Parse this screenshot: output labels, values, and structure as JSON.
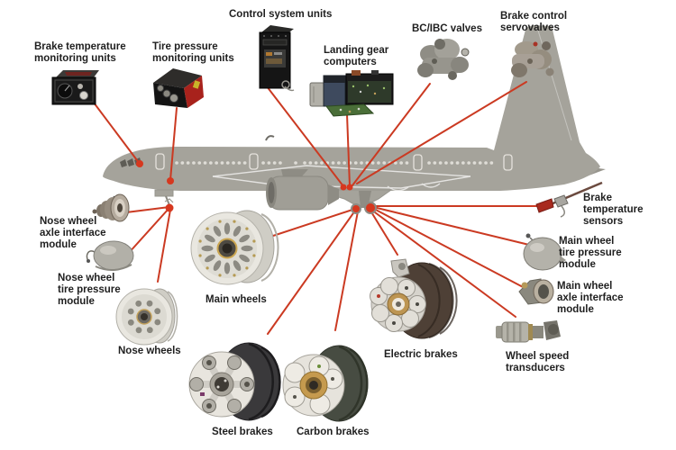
{
  "diagram": {
    "description": "Aircraft braking system components callout diagram",
    "colors": {
      "background": "#ffffff",
      "callout_line": "#cb3a22",
      "anchor_dot": "#d6381f",
      "aircraft_body": "#a5a39b",
      "label_text": "#1f1f1f"
    },
    "labels": {
      "brake_temperature_monitoring_units": "Brake temperature\nmonitoring units",
      "tire_pressure_monitoring_units": "Tire pressure\nmonitoring units",
      "control_system_units": "Control system units",
      "landing_gear_computers": "Landing gear\ncomputers",
      "bc_ibc_valves": "BC/IBC valves",
      "brake_control_servovalves": "Brake control\nservovalves",
      "nose_wheel_axle_interface_module": "Nose wheel\naxle interface\nmodule",
      "nose_wheel_tire_pressure_module": "Nose wheel\ntire pressure\nmodule",
      "nose_wheels": "Nose wheels",
      "main_wheels": "Main wheels",
      "steel_brakes": "Steel brakes",
      "carbon_brakes": "Carbon brakes",
      "electric_brakes": "Electric brakes",
      "brake_temperature_sensors": "Brake\ntemperature\nsensors",
      "main_wheel_tire_pressure_module": "Main wheel\ntire pressure\nmodule",
      "main_wheel_axle_interface_module": "Main wheel\naxle interface\nmodule",
      "wheel_speed_transducers": "Wheel speed\ntransducers"
    }
  }
}
